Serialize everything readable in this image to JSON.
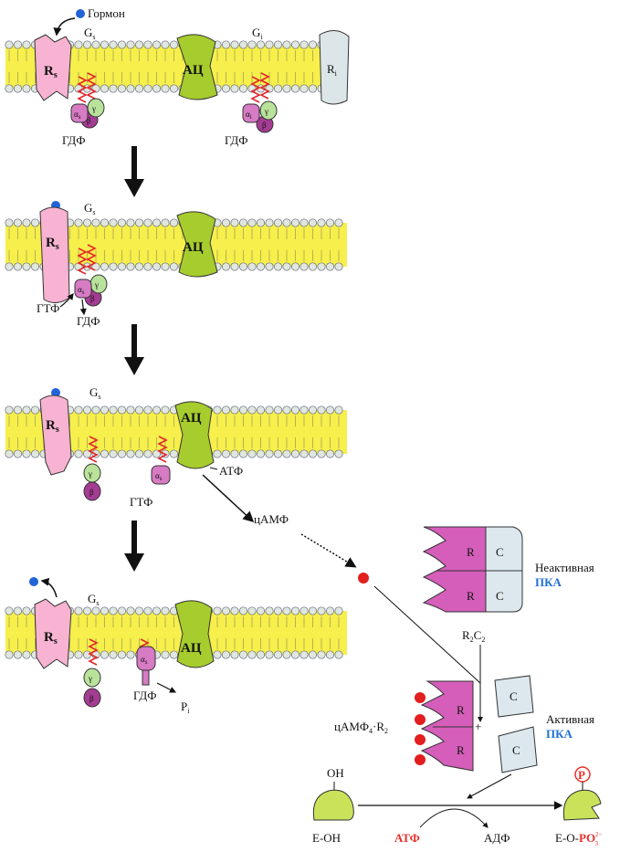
{
  "colors": {
    "membrane": "#f6ef4c",
    "lipid_head": "#dfe7e0",
    "receptor_s": "#f7b3d1",
    "receptor_i": "#dce6e8",
    "adenylate_cyclase": "#a6cc2e",
    "alpha": "#d77bc4",
    "beta": "#a53c93",
    "gamma": "#b9e29b",
    "hormone": "#2264d8",
    "camp": "#e31e1e",
    "pka_r": "#d45eb9",
    "pka_c": "#dce8ee",
    "substrate": "#c9e25a",
    "accent_blue": "#1f6fd6",
    "accent_red": "#e8302a"
  },
  "labels": {
    "hormone": "Гормон",
    "gs": "G",
    "gs_sub": "s",
    "gi": "G",
    "gi_sub": "i",
    "rs": "R",
    "rs_sub": "s",
    "ri": "R",
    "ri_sub": "i",
    "ac": "АЦ",
    "alpha": "α",
    "alpha_s_sub": "s",
    "alpha_i_sub": "i",
    "beta": "β",
    "gamma": "γ",
    "gdp": "ГДФ",
    "gtp": "ГТФ",
    "atp_membrane": "АТФ",
    "camp": "цАМФ",
    "pi": "P",
    "pi_sub": "i",
    "pka_r": "R",
    "pka_c": "C",
    "inactive": "Неактивная",
    "pka": "ПКА",
    "r2c2": "R",
    "r2c2_sub1": "2",
    "r2c2_c": "C",
    "r2c2_sub2": "2",
    "camp4r2": "цАМФ",
    "camp4r2_sub": "4",
    "camp4r2_rest": "·R",
    "camp4r2_sub2": "2",
    "plus": "+",
    "active": "Активная",
    "oh": "OH",
    "e_oh": "E-OH",
    "atp": "АТФ",
    "adp": "АДФ",
    "e_o": "E-O-",
    "po3": "PO",
    "po3_sub": "3",
    "po3_sup": "2−",
    "p_circle": "P"
  }
}
